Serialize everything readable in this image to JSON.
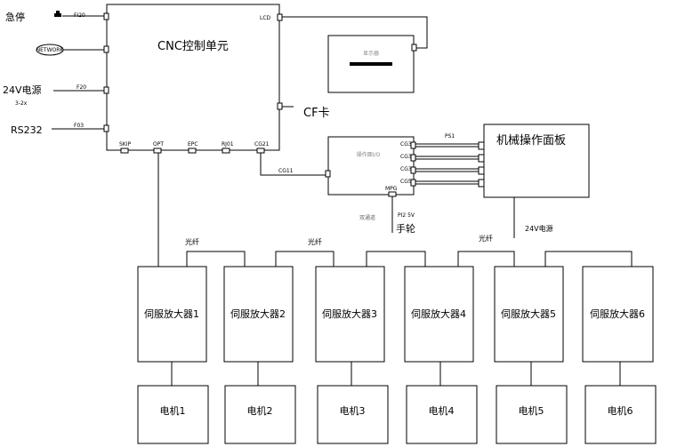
{
  "left_inputs": {
    "estop": "急停",
    "network": "NETWORK",
    "power24": "24V电源",
    "power_sub": "3-2x",
    "rs232": "RS232"
  },
  "cnc": {
    "title": "CNC控制单元",
    "port_fi20": "FI20",
    "port_f20": "F20",
    "port_f03": "F03",
    "port_lcd": "LCD",
    "port_cf": "CF卡",
    "bottom_ports": [
      "SKIP",
      "OPT",
      "EPC",
      "RJ01",
      "CG21"
    ]
  },
  "display": {
    "title": "显示器"
  },
  "io_unit": {
    "title": "操作面I/O",
    "ports": [
      "CG31",
      "CG32",
      "CG33",
      "CG5"
    ],
    "mpg": "MPG",
    "cg11": "CG11",
    "dual": "双通道",
    "pwr": "PI2 5V"
  },
  "panel": {
    "title": "机械操作面板",
    "link": "PS1",
    "power": "24V电源"
  },
  "handwheel": "手轮",
  "fiber_labels": [
    "光纤",
    "光纤",
    "光纤"
  ],
  "servos": [
    "伺服放大器1",
    "伺服放大器2",
    "伺服放大器3",
    "伺服放大器4",
    "伺服放大器5",
    "伺服放大器6"
  ],
  "motors": [
    "电机1",
    "电机2",
    "电机3",
    "电机4",
    "电机5",
    "电机6"
  ]
}
